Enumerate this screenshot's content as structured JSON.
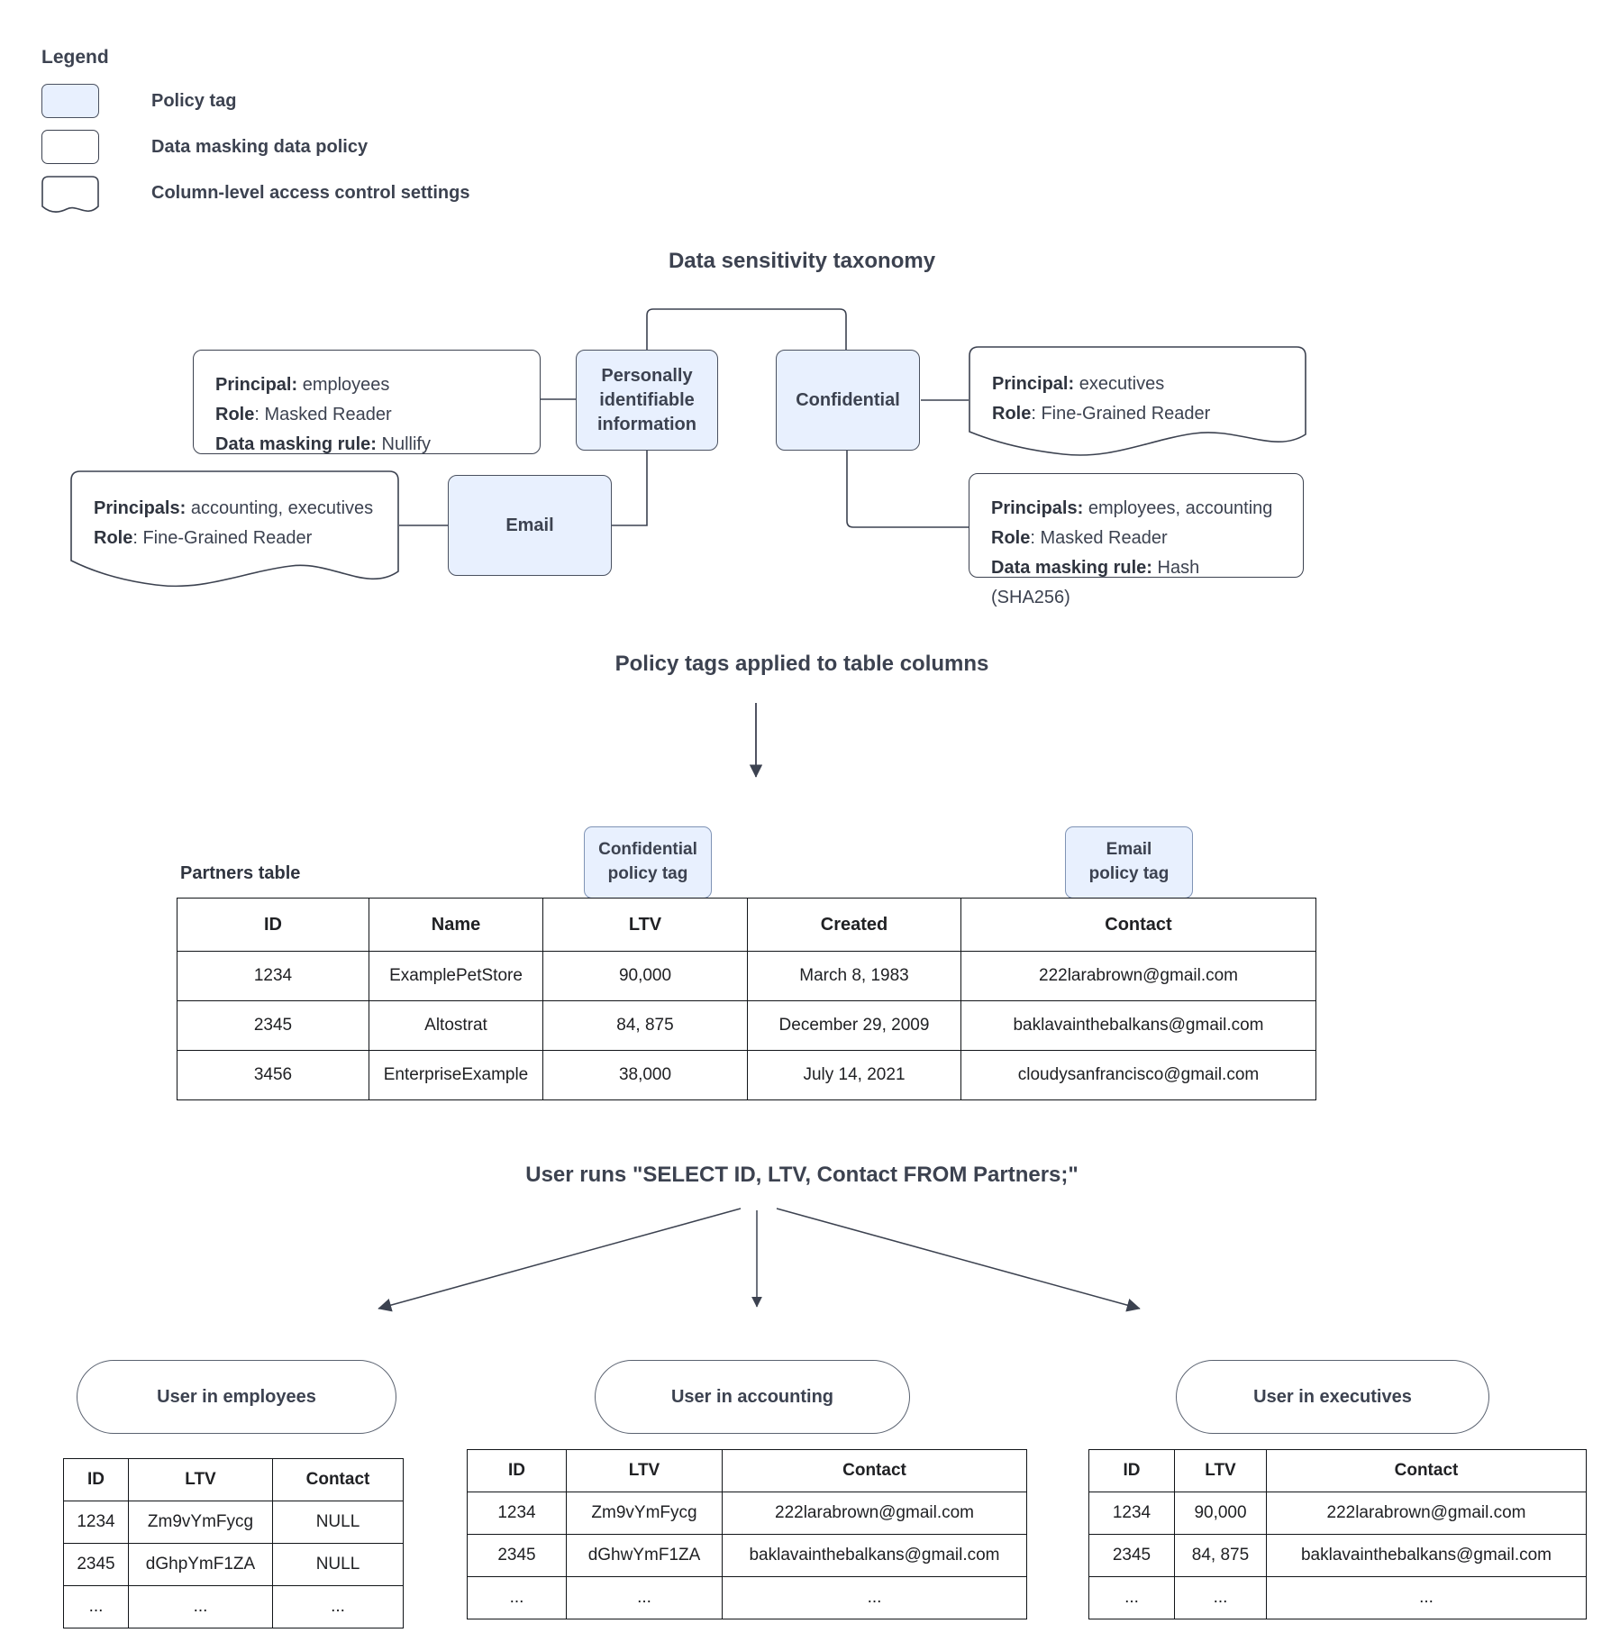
{
  "legend": {
    "title": "Legend",
    "items": [
      {
        "label": "Policy tag",
        "swatch": "policy-tag-swatch"
      },
      {
        "label": "Data masking data policy",
        "swatch": "data-masking-swatch"
      },
      {
        "label": "Column-level access control settings",
        "swatch": "column-access-swatch"
      }
    ]
  },
  "taxonomy": {
    "title": "Data sensitivity taxonomy",
    "nodes": {
      "pii": "Personally identifiable information",
      "confidential": "Confidential",
      "email": "Email"
    },
    "pii_masking": {
      "principal_label": "Principal:",
      "principal_value": " employees",
      "role_label": "Role",
      "role_value": ": Masked Reader",
      "rule_label": "Data masking rule:",
      "rule_value": " Nullify"
    },
    "email_access": {
      "principals_label": "Principals:",
      "principals_value": " accounting, executives",
      "role_label": "Role",
      "role_value": ": Fine-Grained Reader"
    },
    "confidential_access": {
      "principal_label": "Principal:",
      "principal_value": " executives",
      "role_label": "Role",
      "role_value": ": Fine-Grained Reader"
    },
    "confidential_masking": {
      "principals_label": "Principals:",
      "principals_value": " employees, accounting",
      "role_label": "Role",
      "role_value": ": Masked Reader",
      "rule_label": "Data masking rule:",
      "rule_value": " Hash (SHA256)"
    }
  },
  "applied": {
    "title": "Policy tags applied to table columns",
    "table_label": "Partners table",
    "tags": [
      {
        "line1": "Confidential",
        "line2": "policy tag",
        "column": "LTV"
      },
      {
        "line1": "Email",
        "line2": "policy tag",
        "column": "Contact"
      }
    ]
  },
  "partners_table": {
    "columns": [
      "ID",
      "Name",
      "LTV",
      "Created",
      "Contact"
    ],
    "rows": [
      [
        "1234",
        "ExamplePetStore",
        "90,000",
        "March 8, 1983",
        "222larabrown@gmail.com"
      ],
      [
        "2345",
        "Altostrat",
        "84, 875",
        "December 29, 2009",
        "baklavainthebalkans@gmail.com"
      ],
      [
        "3456",
        "EnterpriseExample",
        "38,000",
        "July 14, 2021",
        "cloudysanfrancisco@gmail.com"
      ]
    ]
  },
  "query": {
    "title": "User runs \"SELECT ID, LTV, Contact FROM Partners;\""
  },
  "results": [
    {
      "actor": "User in employees",
      "columns": [
        "ID",
        "LTV",
        "Contact"
      ],
      "rows": [
        [
          "1234",
          "Zm9vYmFycg",
          "NULL"
        ],
        [
          "2345",
          "dGhpYmF1ZA",
          "NULL"
        ],
        [
          "...",
          "...",
          "..."
        ]
      ]
    },
    {
      "actor": "User in accounting",
      "columns": [
        "ID",
        "LTV",
        "Contact"
      ],
      "rows": [
        [
          "1234",
          "Zm9vYmFycg",
          "222larabrown@gmail.com"
        ],
        [
          "2345",
          "dGhwYmF1ZA",
          "baklavainthebalkans@gmail.com"
        ],
        [
          "...",
          "...",
          "..."
        ]
      ]
    },
    {
      "actor": "User in executives",
      "columns": [
        "ID",
        "LTV",
        "Contact"
      ],
      "rows": [
        [
          "1234",
          "90,000",
          "222larabrown@gmail.com"
        ],
        [
          "2345",
          "84, 875",
          "baklavainthebalkans@gmail.com"
        ],
        [
          "...",
          "...",
          "..."
        ]
      ]
    }
  ],
  "colors": {
    "policy_tag_fill": "#e8f0fe",
    "policy_tag_border": "#4a5160",
    "text": "#3c4250",
    "line": "#3c4250"
  }
}
